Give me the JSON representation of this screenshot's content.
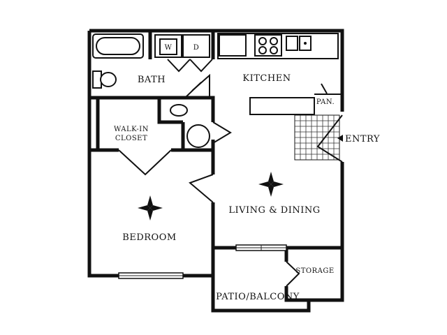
{
  "rooms": {
    "bath": "BATH",
    "kitchen": "KITCHEN",
    "walk_in_closet_line1": "WALK-IN",
    "walk_in_closet_line2": "CLOSET",
    "pantry": "PAN.",
    "entry": "ENTRY",
    "living_dining": "LIVING & DINING",
    "bedroom": "BEDROOM",
    "storage": "STORAGE",
    "patio_balcony": "PATIO/BALCONY"
  },
  "appliances": {
    "washer": "W",
    "dryer": "D"
  },
  "icons": {
    "ceiling_fan": "ceiling-fan-icon",
    "entry_arrow": "arrow-left-icon"
  }
}
